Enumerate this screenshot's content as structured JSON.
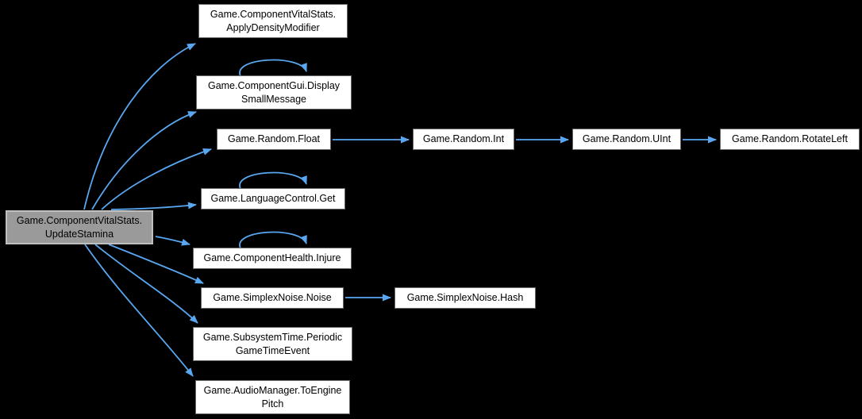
{
  "diagram": {
    "type": "call-graph",
    "background_color": "#000000",
    "edge_color": "#58a7f0",
    "node_fill": "#ffffff",
    "node_border": "#666666",
    "focus_node_fill": "#9a9a9a",
    "focus_node_border": "#bfbfbf",
    "nodes": [
      {
        "id": "update-stamina",
        "label": "Game.ComponentVitalStats.\nUpdateStamina",
        "focus": true
      },
      {
        "id": "apply-density-modifier",
        "label": "Game.ComponentVitalStats.\nApplyDensityModifier"
      },
      {
        "id": "display-small-message",
        "label": "Game.ComponentGui.Display\nSmallMessage",
        "self_loop": true
      },
      {
        "id": "random-float",
        "label": "Game.Random.Float"
      },
      {
        "id": "random-int",
        "label": "Game.Random.Int"
      },
      {
        "id": "random-uint",
        "label": "Game.Random.UInt"
      },
      {
        "id": "random-rotateleft",
        "label": "Game.Random.RotateLeft"
      },
      {
        "id": "languagecontrol-get",
        "label": "Game.LanguageControl.Get",
        "self_loop": true
      },
      {
        "id": "componenthealth-injure",
        "label": "Game.ComponentHealth.Injure",
        "self_loop": true
      },
      {
        "id": "simplexnoise-noise",
        "label": "Game.SimplexNoise.Noise"
      },
      {
        "id": "simplexnoise-hash",
        "label": "Game.SimplexNoise.Hash"
      },
      {
        "id": "subsystemtime-periodic-gametimeevent",
        "label": "Game.SubsystemTime.Periodic\nGameTimeEvent"
      },
      {
        "id": "audiomanager-toenginepitch",
        "label": "Game.AudioManager.ToEngine\nPitch"
      }
    ],
    "edges": [
      {
        "from": "update-stamina",
        "to": "apply-density-modifier"
      },
      {
        "from": "update-stamina",
        "to": "display-small-message"
      },
      {
        "from": "update-stamina",
        "to": "random-float"
      },
      {
        "from": "update-stamina",
        "to": "languagecontrol-get"
      },
      {
        "from": "update-stamina",
        "to": "componenthealth-injure"
      },
      {
        "from": "update-stamina",
        "to": "simplexnoise-noise"
      },
      {
        "from": "update-stamina",
        "to": "subsystemtime-periodic-gametimeevent"
      },
      {
        "from": "update-stamina",
        "to": "audiomanager-toenginepitch"
      },
      {
        "from": "random-float",
        "to": "random-int"
      },
      {
        "from": "random-int",
        "to": "random-uint"
      },
      {
        "from": "random-uint",
        "to": "random-rotateleft"
      },
      {
        "from": "simplexnoise-noise",
        "to": "simplexnoise-hash"
      },
      {
        "from": "display-small-message",
        "to": "display-small-message"
      },
      {
        "from": "languagecontrol-get",
        "to": "languagecontrol-get"
      },
      {
        "from": "componenthealth-injure",
        "to": "componenthealth-injure"
      }
    ]
  }
}
